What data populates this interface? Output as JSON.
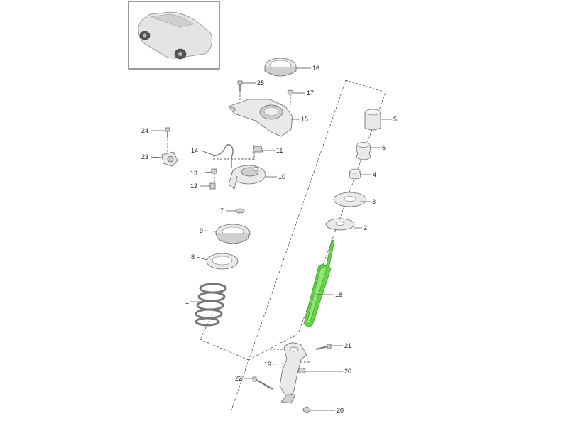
{
  "diagram": {
    "callouts": [
      {
        "id": "16",
        "label": "16"
      },
      {
        "id": "25",
        "label": "25"
      },
      {
        "id": "17",
        "label": "17"
      },
      {
        "id": "15",
        "label": "15"
      },
      {
        "id": "24",
        "label": "24"
      },
      {
        "id": "14",
        "label": "14"
      },
      {
        "id": "11",
        "label": "11"
      },
      {
        "id": "23",
        "label": "23"
      },
      {
        "id": "13",
        "label": "13"
      },
      {
        "id": "10",
        "label": "10"
      },
      {
        "id": "12",
        "label": "12"
      },
      {
        "id": "7",
        "label": "7"
      },
      {
        "id": "9",
        "label": "9"
      },
      {
        "id": "8",
        "label": "8"
      },
      {
        "id": "1",
        "label": "1"
      },
      {
        "id": "5",
        "label": "5"
      },
      {
        "id": "6",
        "label": "6"
      },
      {
        "id": "4",
        "label": "4"
      },
      {
        "id": "3",
        "label": "3"
      },
      {
        "id": "2",
        "label": "2"
      },
      {
        "id": "18",
        "label": "18"
      },
      {
        "id": "21",
        "label": "21"
      },
      {
        "id": "19",
        "label": "19"
      },
      {
        "id": "20a",
        "label": "20"
      },
      {
        "id": "22",
        "label": "22"
      },
      {
        "id": "20b",
        "label": "20"
      }
    ],
    "highlight_color": "#66d44a"
  }
}
